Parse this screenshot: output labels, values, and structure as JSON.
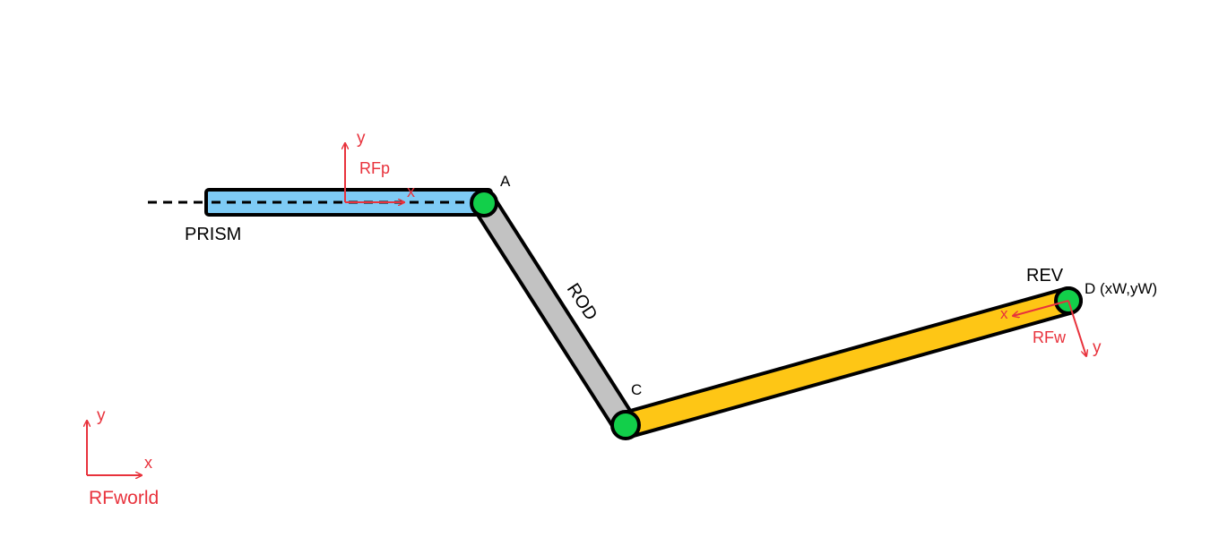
{
  "labels": {
    "prism": "PRISM",
    "rod": "ROD",
    "rev": "REV",
    "point_a": "A",
    "point_c": "C",
    "point_d": "D (xW,yW)"
  },
  "frames": {
    "rfp": {
      "name": "RFp",
      "x_axis": "x",
      "y_axis": "y"
    },
    "rfw": {
      "name": "RFw",
      "x_axis": "x",
      "y_axis": "y"
    },
    "rfworld": {
      "name": "RFworld",
      "x_axis": "x",
      "y_axis": "y"
    }
  },
  "colors": {
    "prism_fill": "#7ecbf5",
    "rod_fill": "#c2c2c2",
    "rev_fill": "#fec615",
    "joint_fill": "#12cf4a",
    "outline": "#000000",
    "frame_red": "#e8323c"
  }
}
